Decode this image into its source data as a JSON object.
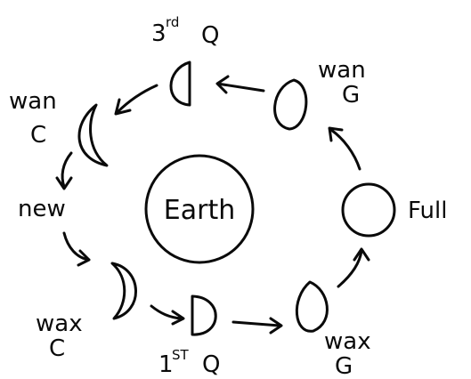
{
  "center": {
    "label": "Earth"
  },
  "phases": {
    "new": {
      "line1": "new"
    },
    "waxing_crescent": {
      "line1": "wax",
      "line2": "C"
    },
    "first_quarter": {
      "num": "1",
      "sup": "ST",
      "q": "Q"
    },
    "waxing_gibbous": {
      "line1": "wax",
      "line2": "G"
    },
    "full": {
      "line1": "Full"
    },
    "waning_gibbous": {
      "line1": "wan",
      "line2": "G"
    },
    "third_quarter": {
      "num": "3",
      "sup": "rd",
      "q": "Q"
    },
    "waning_crescent": {
      "line1": "wan",
      "line2": "C"
    }
  }
}
